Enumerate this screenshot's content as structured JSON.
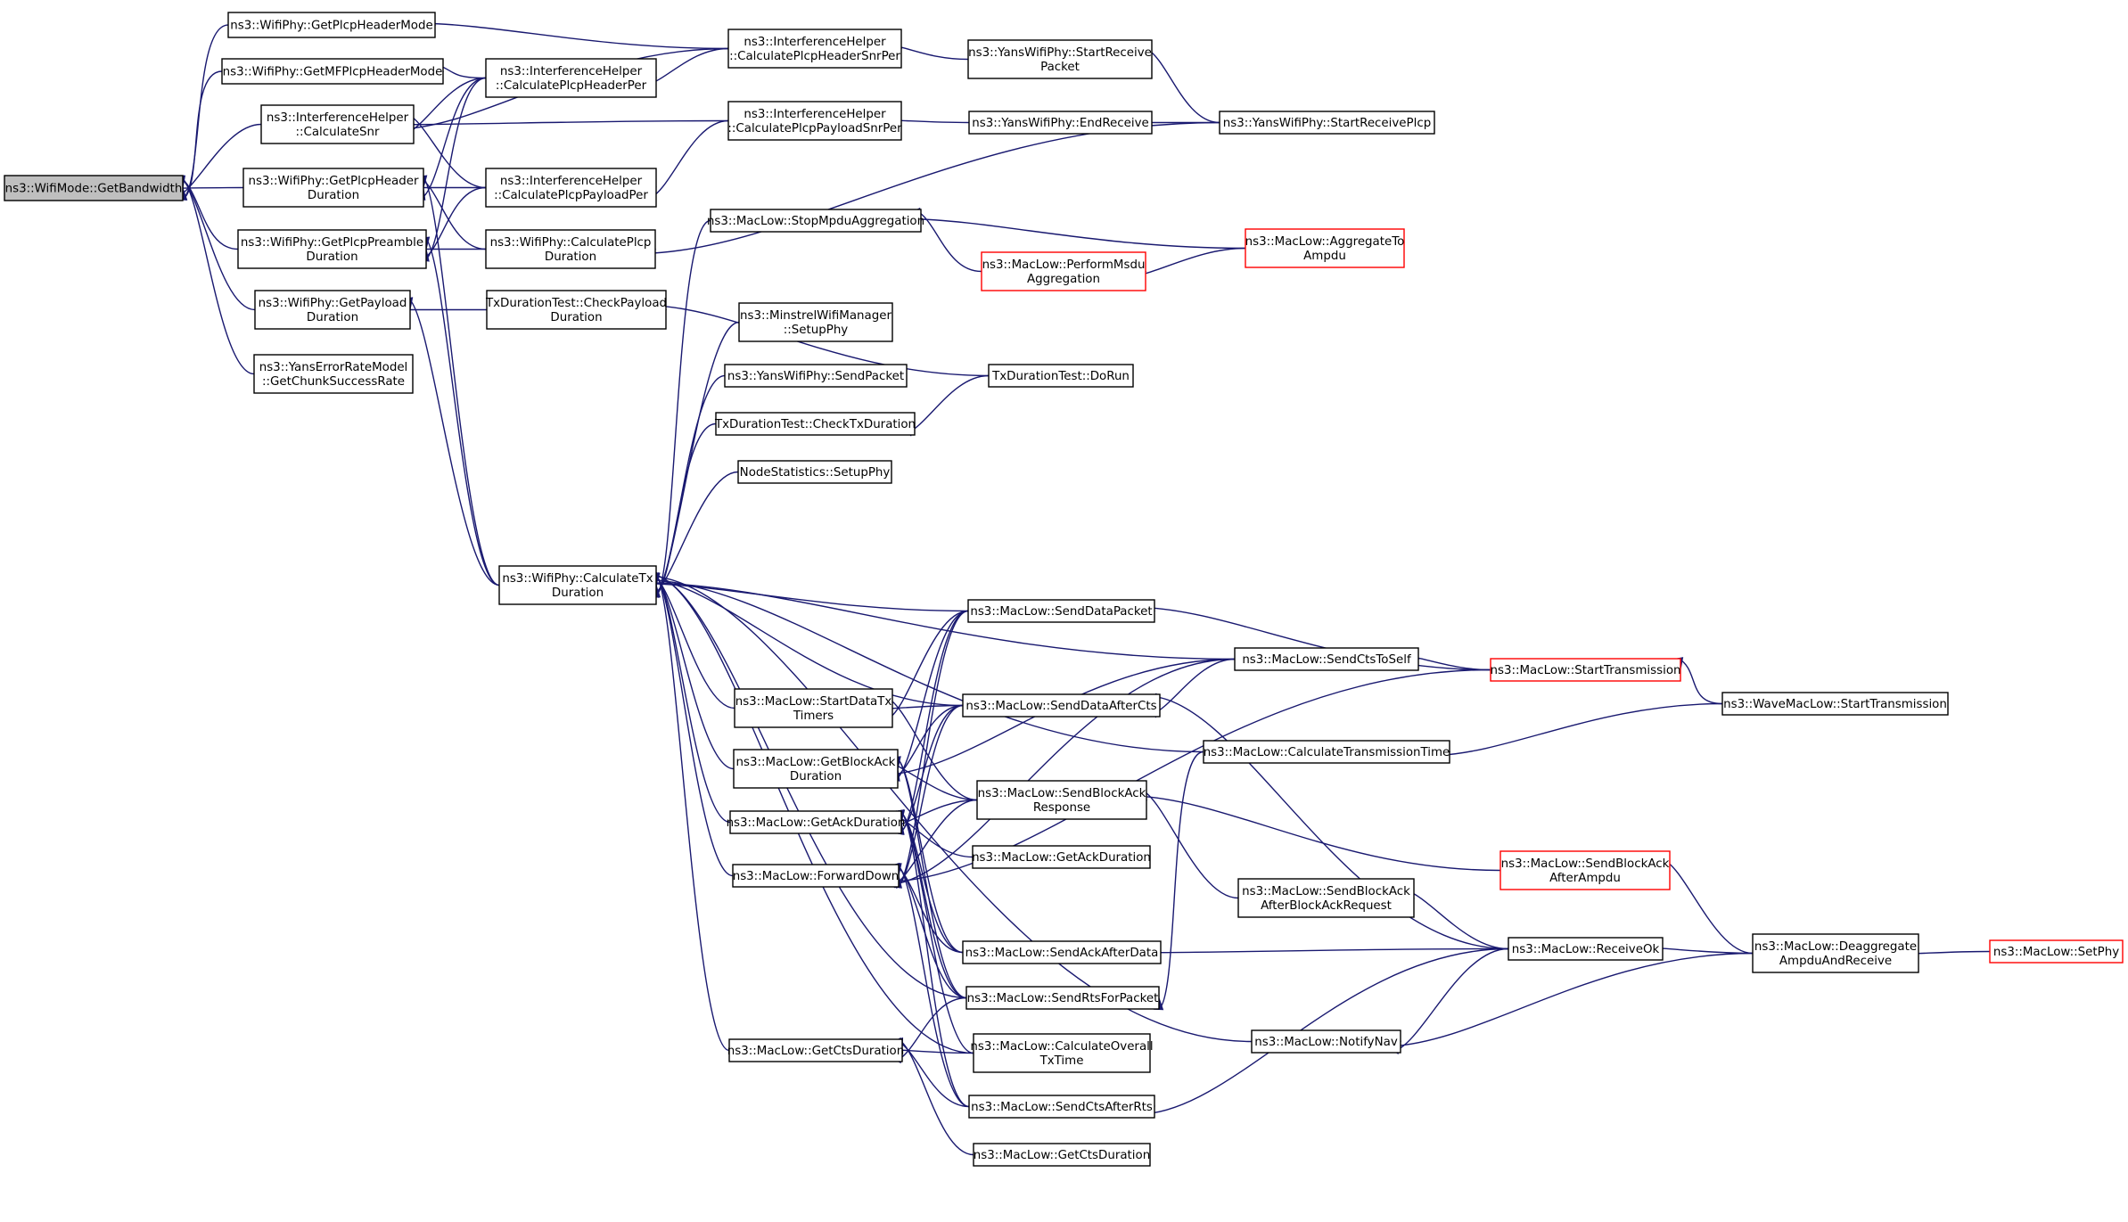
{
  "colors": {
    "edge": "#191970",
    "node_border": "#000000",
    "node_border_truncated": "#ff0000",
    "node_fill": "#ffffff",
    "node_fill_root": "#bfbfbf",
    "text": "#000000"
  },
  "nodes": [
    {
      "id": "n0",
      "lines": [
        "ns3::WifiMode::GetBandwidth"
      ],
      "root": true
    },
    {
      "id": "n1",
      "lines": [
        "ns3::WifiPhy::GetPlcpHeaderMode"
      ]
    },
    {
      "id": "n2",
      "lines": [
        "ns3::WifiPhy::GetMFPlcpHeaderMode"
      ]
    },
    {
      "id": "n3",
      "lines": [
        "ns3::InterferenceHelper",
        "::CalculateSnr"
      ]
    },
    {
      "id": "n4",
      "lines": [
        "ns3::WifiPhy::GetPlcpHeader",
        "Duration"
      ]
    },
    {
      "id": "n5",
      "lines": [
        "ns3::WifiPhy::GetPlcpPreamble",
        "Duration"
      ]
    },
    {
      "id": "n6",
      "lines": [
        "ns3::WifiPhy::GetPayload",
        "Duration"
      ]
    },
    {
      "id": "n7",
      "lines": [
        "ns3::YansErrorRateModel",
        "::GetChunkSuccessRate"
      ]
    },
    {
      "id": "n8",
      "lines": [
        "ns3::InterferenceHelper",
        "::CalculatePlcpHeaderPer"
      ]
    },
    {
      "id": "n9",
      "lines": [
        "ns3::InterferenceHelper",
        "::CalculatePlcpPayloadPer"
      ]
    },
    {
      "id": "n10",
      "lines": [
        "ns3::WifiPhy::CalculatePlcp",
        "Duration"
      ]
    },
    {
      "id": "n11",
      "lines": [
        "TxDurationTest::CheckPayload",
        "Duration"
      ]
    },
    {
      "id": "n12",
      "lines": [
        "ns3::WifiPhy::CalculateTx",
        "Duration"
      ]
    },
    {
      "id": "n13",
      "lines": [
        "ns3::InterferenceHelper",
        "::CalculatePlcpHeaderSnrPer"
      ]
    },
    {
      "id": "n14",
      "lines": [
        "ns3::InterferenceHelper",
        "::CalculatePlcpPayloadSnrPer"
      ]
    },
    {
      "id": "n15",
      "lines": [
        "ns3::MacLow::StopMpduAggregation"
      ]
    },
    {
      "id": "n16",
      "lines": [
        "ns3::MacLow::PerformMsdu",
        "Aggregation"
      ],
      "truncated": true
    },
    {
      "id": "n17",
      "lines": [
        "ns3::MinstrelWifiManager",
        "::SetupPhy"
      ]
    },
    {
      "id": "n18",
      "lines": [
        "ns3::YansWifiPhy::SendPacket"
      ]
    },
    {
      "id": "n19",
      "lines": [
        "TxDurationTest::CheckTxDuration"
      ]
    },
    {
      "id": "n20",
      "lines": [
        "NodeStatistics::SetupPhy"
      ]
    },
    {
      "id": "n21",
      "lines": [
        "ns3::MacLow::StartDataTx",
        "Timers"
      ]
    },
    {
      "id": "n22",
      "lines": [
        "ns3::MacLow::GetBlockAck",
        "Duration"
      ]
    },
    {
      "id": "n23",
      "lines": [
        "ns3::MacLow::GetAckDuration"
      ]
    },
    {
      "id": "n24",
      "lines": [
        "ns3::MacLow::ForwardDown"
      ]
    },
    {
      "id": "n25",
      "lines": [
        "ns3::MacLow::GetCtsDuration"
      ]
    },
    {
      "id": "n26",
      "lines": [
        "ns3::YansWifiPhy::StartReceive",
        "Packet"
      ]
    },
    {
      "id": "n27",
      "lines": [
        "ns3::YansWifiPhy::EndReceive"
      ]
    },
    {
      "id": "n28",
      "lines": [
        "TxDurationTest::DoRun"
      ]
    },
    {
      "id": "n29",
      "lines": [
        "ns3::MacLow::SendDataPacket"
      ]
    },
    {
      "id": "n30",
      "lines": [
        "ns3::MacLow::SendDataAfterCts"
      ]
    },
    {
      "id": "n31",
      "lines": [
        "ns3::MacLow::SendBlockAck",
        "Response"
      ]
    },
    {
      "id": "n32",
      "lines": [
        "ns3::MacLow::GetAckDuration"
      ]
    },
    {
      "id": "n33",
      "lines": [
        "ns3::MacLow::SendAckAfterData"
      ]
    },
    {
      "id": "n34",
      "lines": [
        "ns3::MacLow::SendRtsForPacket"
      ]
    },
    {
      "id": "n35",
      "lines": [
        "ns3::MacLow::CalculateOverall",
        "TxTime"
      ]
    },
    {
      "id": "n36",
      "lines": [
        "ns3::MacLow::SendCtsAfterRts"
      ]
    },
    {
      "id": "n37",
      "lines": [
        "ns3::MacLow::GetCtsDuration"
      ]
    },
    {
      "id": "n38",
      "lines": [
        "ns3::YansWifiPhy::StartReceivePlcp"
      ]
    },
    {
      "id": "n39",
      "lines": [
        "ns3::MacLow::AggregateTo",
        "Ampdu"
      ],
      "truncated": true
    },
    {
      "id": "n40",
      "lines": [
        "ns3::MacLow::SendCtsToSelf"
      ]
    },
    {
      "id": "n41",
      "lines": [
        "ns3::MacLow::CalculateTransmissionTime"
      ]
    },
    {
      "id": "n42",
      "lines": [
        "ns3::MacLow::SendBlockAck",
        "AfterBlockAckRequest"
      ]
    },
    {
      "id": "n43",
      "lines": [
        "ns3::MacLow::NotifyNav"
      ]
    },
    {
      "id": "n44",
      "lines": [
        "ns3::MacLow::StartTransmission"
      ],
      "truncated": true
    },
    {
      "id": "n45",
      "lines": [
        "ns3::MacLow::SendBlockAck",
        "AfterAmpdu"
      ],
      "truncated": true
    },
    {
      "id": "n46",
      "lines": [
        "ns3::MacLow::ReceiveOk"
      ]
    },
    {
      "id": "n47",
      "lines": [
        "ns3::WaveMacLow::StartTransmission"
      ]
    },
    {
      "id": "n48",
      "lines": [
        "ns3::MacLow::Deaggregate",
        "AmpduAndReceive"
      ]
    },
    {
      "id": "n49",
      "lines": [
        "ns3::MacLow::SetPhy"
      ],
      "truncated": true
    }
  ],
  "edges": [
    [
      "n0",
      "n1"
    ],
    [
      "n0",
      "n2"
    ],
    [
      "n0",
      "n3"
    ],
    [
      "n0",
      "n4"
    ],
    [
      "n0",
      "n5"
    ],
    [
      "n0",
      "n6"
    ],
    [
      "n0",
      "n7"
    ],
    [
      "n1",
      "n13"
    ],
    [
      "n2",
      "n8"
    ],
    [
      "n3",
      "n8"
    ],
    [
      "n3",
      "n13"
    ],
    [
      "n3",
      "n14"
    ],
    [
      "n3",
      "n9"
    ],
    [
      "n4",
      "n8"
    ],
    [
      "n4",
      "n9"
    ],
    [
      "n4",
      "n10"
    ],
    [
      "n4",
      "n12"
    ],
    [
      "n5",
      "n8"
    ],
    [
      "n5",
      "n9"
    ],
    [
      "n5",
      "n10"
    ],
    [
      "n5",
      "n12"
    ],
    [
      "n6",
      "n11"
    ],
    [
      "n6",
      "n12"
    ],
    [
      "n8",
      "n13"
    ],
    [
      "n9",
      "n14"
    ],
    [
      "n10",
      "n38"
    ],
    [
      "n11",
      "n28"
    ],
    [
      "n12",
      "n15"
    ],
    [
      "n12",
      "n17"
    ],
    [
      "n12",
      "n18"
    ],
    [
      "n12",
      "n19"
    ],
    [
      "n12",
      "n20"
    ],
    [
      "n12",
      "n21"
    ],
    [
      "n12",
      "n22"
    ],
    [
      "n12",
      "n23"
    ],
    [
      "n12",
      "n24"
    ],
    [
      "n12",
      "n25"
    ],
    [
      "n12",
      "n29"
    ],
    [
      "n12",
      "n30"
    ],
    [
      "n12",
      "n34"
    ],
    [
      "n12",
      "n35"
    ],
    [
      "n12",
      "n40"
    ],
    [
      "n12",
      "n41"
    ],
    [
      "n12",
      "n43"
    ],
    [
      "n13",
      "n26"
    ],
    [
      "n14",
      "n27"
    ],
    [
      "n15",
      "n16"
    ],
    [
      "n15",
      "n39"
    ],
    [
      "n16",
      "n39"
    ],
    [
      "n19",
      "n28"
    ],
    [
      "n21",
      "n29"
    ],
    [
      "n21",
      "n30"
    ],
    [
      "n21",
      "n31"
    ],
    [
      "n22",
      "n29"
    ],
    [
      "n22",
      "n30"
    ],
    [
      "n22",
      "n31"
    ],
    [
      "n22",
      "n40"
    ],
    [
      "n22",
      "n34"
    ],
    [
      "n22",
      "n33"
    ],
    [
      "n23",
      "n29"
    ],
    [
      "n23",
      "n30"
    ],
    [
      "n23",
      "n31"
    ],
    [
      "n23",
      "n32"
    ],
    [
      "n23",
      "n33"
    ],
    [
      "n23",
      "n34"
    ],
    [
      "n23",
      "n35"
    ],
    [
      "n23",
      "n36"
    ],
    [
      "n24",
      "n29"
    ],
    [
      "n24",
      "n30"
    ],
    [
      "n24",
      "n31"
    ],
    [
      "n24",
      "n33"
    ],
    [
      "n24",
      "n34"
    ],
    [
      "n24",
      "n36"
    ],
    [
      "n24",
      "n40"
    ],
    [
      "n24",
      "n44"
    ],
    [
      "n25",
      "n34"
    ],
    [
      "n25",
      "n35"
    ],
    [
      "n25",
      "n36"
    ],
    [
      "n25",
      "n37"
    ],
    [
      "n26",
      "n38"
    ],
    [
      "n27",
      "n38"
    ],
    [
      "n29",
      "n44"
    ],
    [
      "n30",
      "n40"
    ],
    [
      "n30",
      "n46"
    ],
    [
      "n31",
      "n42"
    ],
    [
      "n31",
      "n45"
    ],
    [
      "n33",
      "n46"
    ],
    [
      "n34",
      "n41"
    ],
    [
      "n36",
      "n46"
    ],
    [
      "n40",
      "n44"
    ],
    [
      "n41",
      "n47"
    ],
    [
      "n42",
      "n46"
    ],
    [
      "n43",
      "n46"
    ],
    [
      "n43",
      "n48"
    ],
    [
      "n44",
      "n47"
    ],
    [
      "n45",
      "n48"
    ],
    [
      "n46",
      "n48"
    ],
    [
      "n48",
      "n49"
    ]
  ]
}
